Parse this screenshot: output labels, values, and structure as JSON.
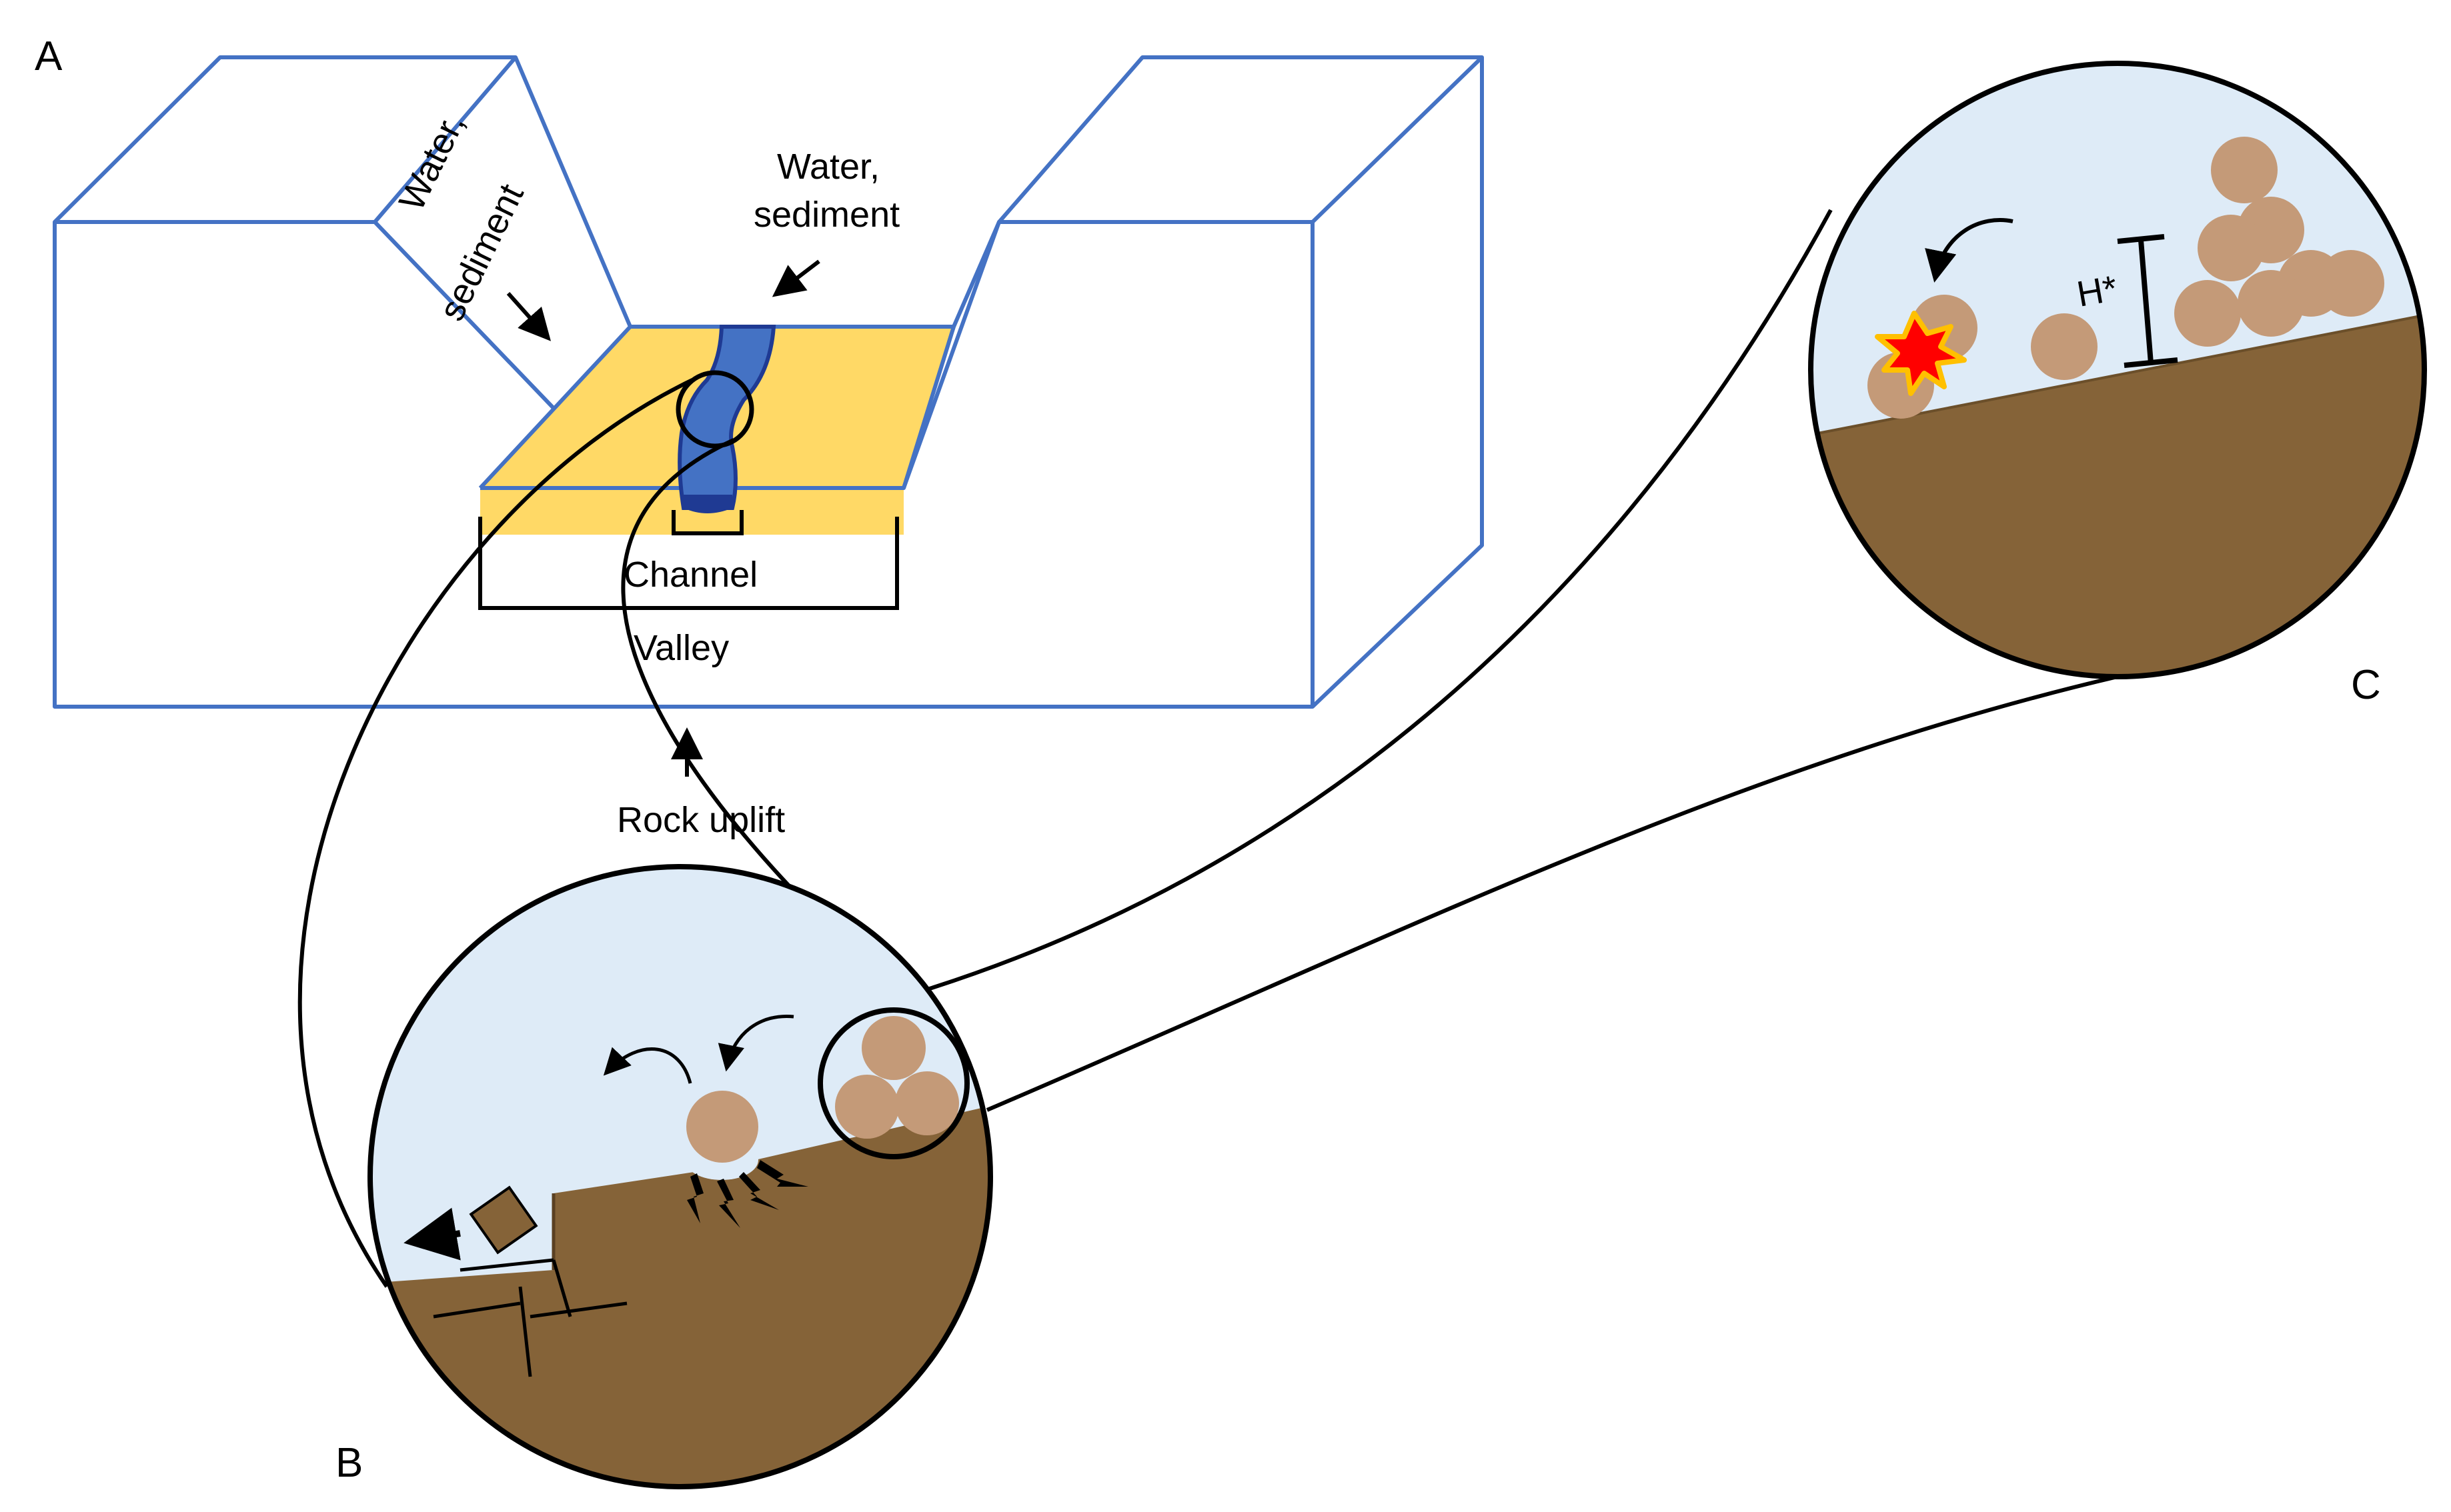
{
  "panels": {
    "a": "A",
    "b": "B",
    "c": "C"
  },
  "labels": {
    "water": "Water,",
    "sediment": "sediment",
    "channel": "Channel",
    "valley": "Valley",
    "rock_uplift": "Rock uplift",
    "h_star": "H*"
  },
  "colors": {
    "block_outline": "#4472c4",
    "valley_floor": "#ffd966",
    "river": "#4472c4",
    "river_dark": "#1f3a93",
    "water_bg": "#deebf7",
    "bedrock": "#856338",
    "bedrock_dark": "#6b4f2a",
    "grain": "#c49a78",
    "impact_red": "#ff0000",
    "impact_yellow": "#ffc000"
  },
  "icons": [
    "down-arrow-icon",
    "curved-arrow-icon",
    "impact-star-icon",
    "crack-icon",
    "plucked-block-icon"
  ]
}
